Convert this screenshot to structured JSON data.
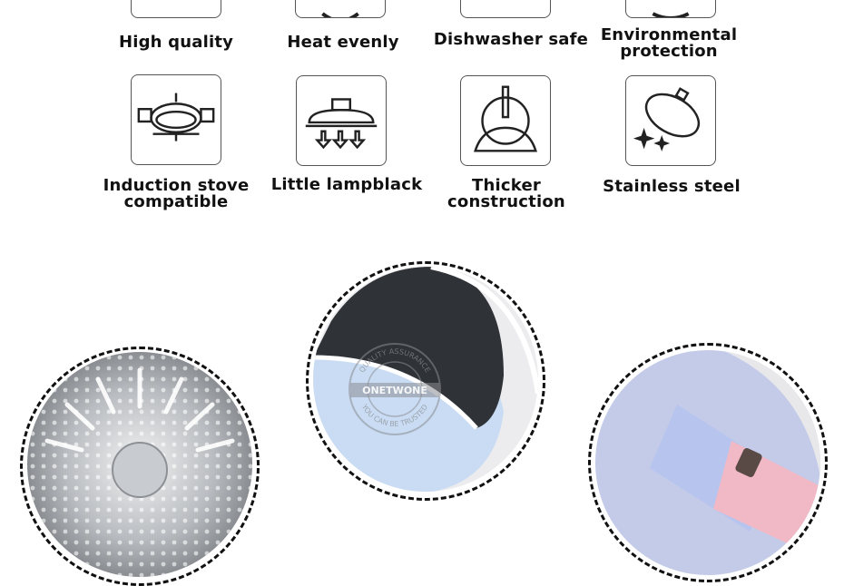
{
  "features_top": [
    {
      "label_lines": [
        "High quality"
      ]
    },
    {
      "label_lines": [
        "Heat evenly"
      ]
    },
    {
      "label_lines": [
        "Dishwasher safe"
      ]
    },
    {
      "label_lines": [
        "Environmental",
        "protection"
      ]
    }
  ],
  "features_bottom": [
    {
      "label_lines": [
        "Induction stove",
        "compatible"
      ],
      "icon": "stove-pan-icon"
    },
    {
      "label_lines": [
        "Little lampblack"
      ],
      "icon": "lid-arrows-icon"
    },
    {
      "label_lines": [
        "Thicker",
        "construction"
      ],
      "icon": "pan-section-icon"
    },
    {
      "label_lines": [
        "Stainless steel"
      ],
      "icon": "sparkle-pan-icon"
    }
  ],
  "stamp": {
    "top_text": "QUALITY ASSURANCE",
    "brand": "ONETWONE",
    "bottom_text": "YOU CAN BE TRUSTED"
  },
  "colors": {
    "text": "#111111",
    "icon_stroke": "#222222",
    "pan_dark": "#2f3236",
    "pan_blue": "#c9dcf3",
    "handle_blue": "#b7c4ee",
    "handle_pink": "#f1b9c6",
    "steel": "#b9bcc0"
  }
}
